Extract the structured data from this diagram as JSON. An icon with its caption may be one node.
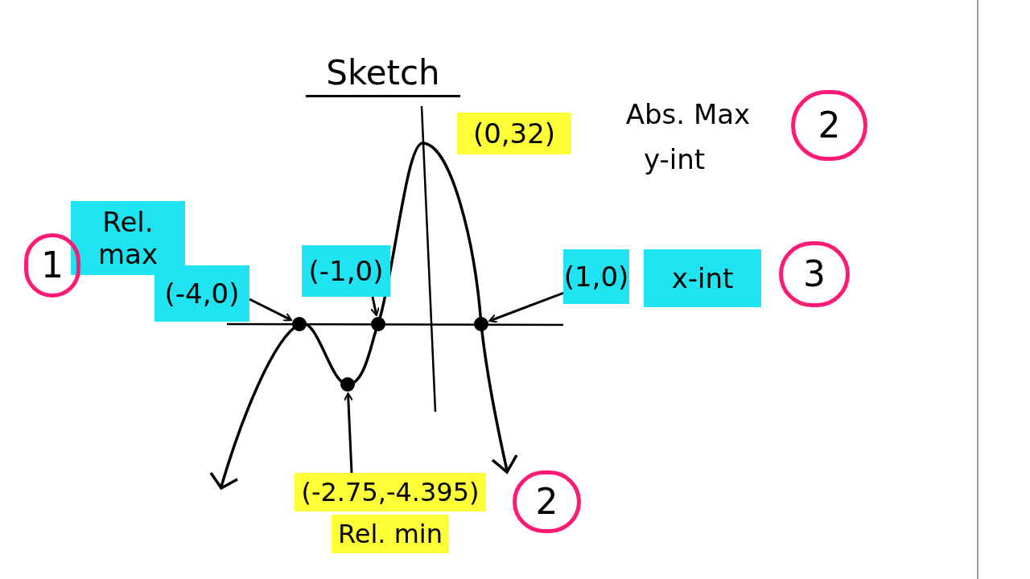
{
  "diagram": {
    "title": "Sketch",
    "nodes": [
      {
        "text": [
          "(-4,0)"
        ]
      },
      {
        "text": [
          "(-1,0)"
        ]
      },
      {
        "text": [
          "(1,0)"
        ]
      },
      {
        "text": [
          "(-2.75,-4.395)",
          "Rel. min"
        ]
      },
      {
        "text": [],
        "shape": "circle"
      },
      {
        "text": [],
        "shape": "circle"
      },
      {
        "text": [],
        "shape": "circle"
      },
      {
        "text": [],
        "shape": "circle"
      },
      {
        "text": [
          "1"
        ]
      },
      {
        "text": [
          "2"
        ]
      },
      {
        "text": [
          "3"
        ]
      },
      {
        "text": [
          "2"
        ]
      }
    ],
    "edges": [
      {
        "from": 0,
        "to": 4,
        "arrow": "to"
      },
      {
        "from": 1,
        "to": 5,
        "arrow": "to"
      },
      {
        "from": 2,
        "to": 7,
        "arrow": "to"
      },
      {
        "from": 3,
        "to": 6,
        "arrow": "to"
      }
    ],
    "labels": [
      "Rel. max",
      "(0,32)",
      "Abs. Max",
      "y-int",
      "x-int"
    ]
  }
}
